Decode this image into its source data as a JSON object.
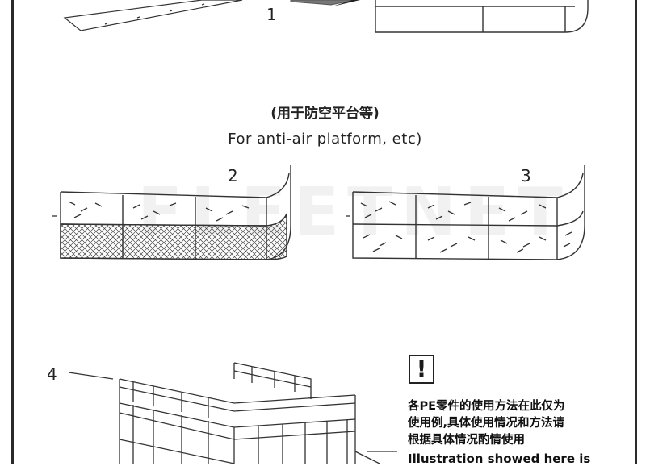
{
  "steps": {
    "one": "1",
    "two": "2",
    "three": "3",
    "four": "4"
  },
  "caption": {
    "cn": "(用于防空平台等)",
    "en": "For anti-air platform,  etc)"
  },
  "watermark": "FLEETNET",
  "note": {
    "icon_symbol": "!",
    "icon_name": "warning-icon",
    "lines_cn": [
      "各PE零件的使用方法在此仅为",
      "使用例,具体使用情况和方法请",
      "根据具体情况酌情使用"
    ],
    "en": "Illustration showed here is"
  }
}
